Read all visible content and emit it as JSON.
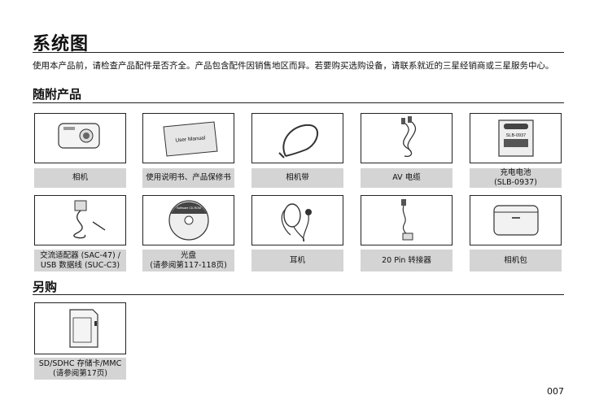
{
  "page": {
    "title": "系统图",
    "intro": "使用本产品前，请检查产品配件是否齐全。产品包含配件因销售地区而异。若要购买选购设备，请联系就近的三星经销商或三星服务中心。",
    "page_number": "007"
  },
  "included": {
    "heading": "随附产品",
    "items": [
      {
        "label": "相机",
        "icon": "camera-icon"
      },
      {
        "label": "使用说明书、产品保修书",
        "icon": "user-manual-icon",
        "image_text": "User Manual"
      },
      {
        "label": "相机带",
        "icon": "strap-icon"
      },
      {
        "label": "AV 电缆",
        "icon": "av-cable-icon"
      },
      {
        "label_line1": "充电电池",
        "label_line2": "(SLB-0937)",
        "icon": "battery-icon",
        "image_text": "SLB-0937"
      },
      {
        "label_line1": "交流适配器 (SAC-47) /",
        "label_line2": "USB 数据线 (SUC-C3)",
        "icon": "ac-adapter-icon"
      },
      {
        "label_line1": "光盘",
        "label_line2": "(请参阅第117-118页)",
        "icon": "cd-rom-icon",
        "image_text": "Software CD-ROM"
      },
      {
        "label": "耳机",
        "icon": "earphones-icon"
      },
      {
        "label": "20 Pin 转接器",
        "icon": "pin-adapter-icon"
      },
      {
        "label": "相机包",
        "icon": "camera-case-icon"
      }
    ]
  },
  "optional": {
    "heading": "另购",
    "items": [
      {
        "label_line1": "SD/SDHC 存储卡/MMC",
        "label_line2": "(请参阅第17页)",
        "icon": "sd-card-icon"
      }
    ]
  },
  "colors": {
    "label_background": "#d4d4d4",
    "border": "#222222",
    "text": "#111111"
  }
}
